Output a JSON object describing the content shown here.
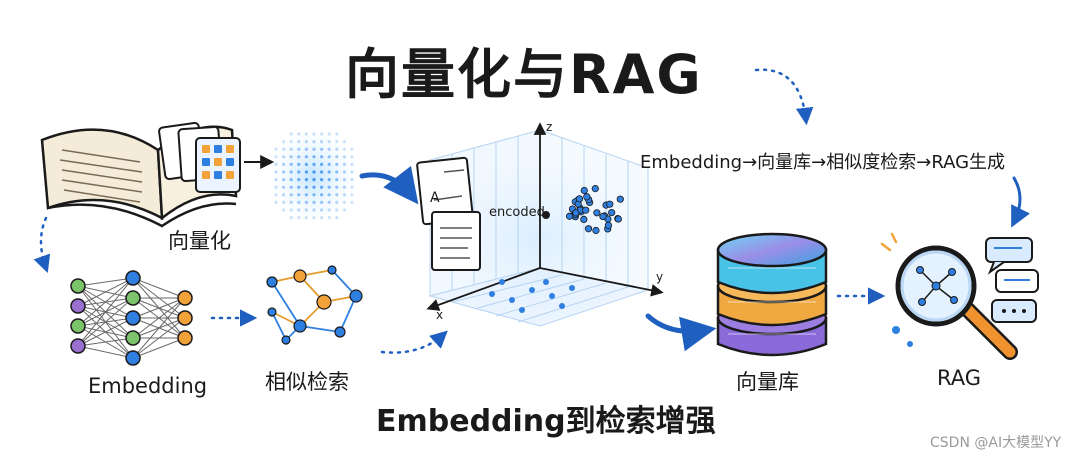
{
  "title": "向量化与RAG",
  "pipeline_caption": "Embedding→向量库→相似度检索→RAG生成",
  "subtitle": "Embedding到检索增强",
  "labels": {
    "vectorize": "向量化",
    "embedding": "Embedding",
    "similarity_search": "相似检索",
    "vector_db": "向量库",
    "rag": "RAG"
  },
  "space": {
    "encoded_label": "encoded",
    "axis_z": "z",
    "axis_y": "y",
    "axis_x": "x",
    "doc_letter": "A"
  },
  "watermark": "CSDN @AI大模型YY",
  "colors": {
    "ink": "#1a1a1a",
    "arrow_blue": "#1f5fbf",
    "glow_blue": "#5aa8ff",
    "node_blue": "#2f7fe0",
    "node_orange": "#f3a23a",
    "node_green": "#7cc36b",
    "node_purple": "#9b6fd0",
    "db_cyan": "#49c2e8",
    "db_orange": "#f0a940",
    "db_purple": "#8a6ad8"
  }
}
